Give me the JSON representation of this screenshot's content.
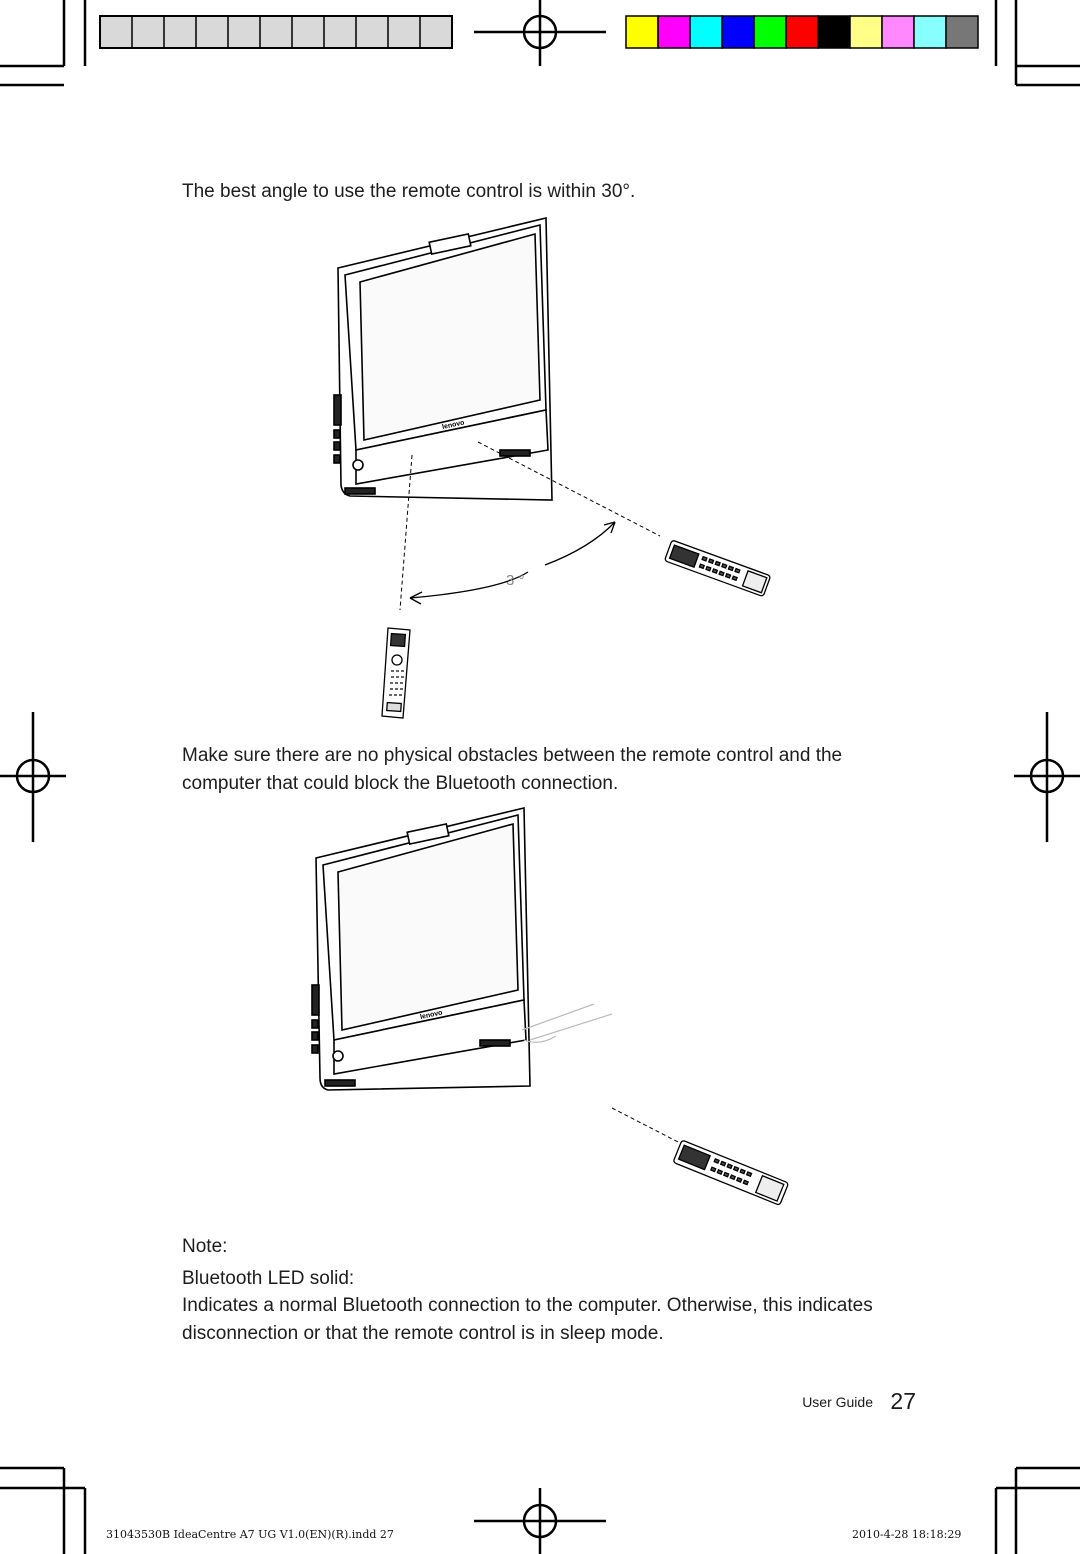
{
  "colors": {
    "swatches": [
      "#ffff00",
      "#ff00ff",
      "#00ffff",
      "#0000ff",
      "#00ff00",
      "#ff0000",
      "#000000",
      "#ffff88",
      "#ff88ff",
      "#88ffff",
      "#777777"
    ],
    "gray_bar": "#d9d9d9",
    "line": "#000000"
  },
  "content": {
    "para1": "The best angle to use the remote control is within 30°.",
    "angle_label": "3 °",
    "para2_line1": "Make sure there are no physical obstacles between the remote control and the",
    "para2_line2": "computer that could block the Bluetooth connection.",
    "note_label": "Note:",
    "bt_heading": "Bluetooth LED solid:",
    "para3_line1": "Indicates a normal Bluetooth connection to the computer. Otherwise, this indicates",
    "para3_line2": "disconnection or that the remote control is in sleep mode.",
    "brand": "lenovo"
  },
  "footer": {
    "guide_label": "User Guide",
    "page_number": "27",
    "file_info": "31043530B IdeaCentre A7 UG V1.0(EN)(R).indd   27",
    "timestamp": "2010-4-28   18:18:29"
  }
}
